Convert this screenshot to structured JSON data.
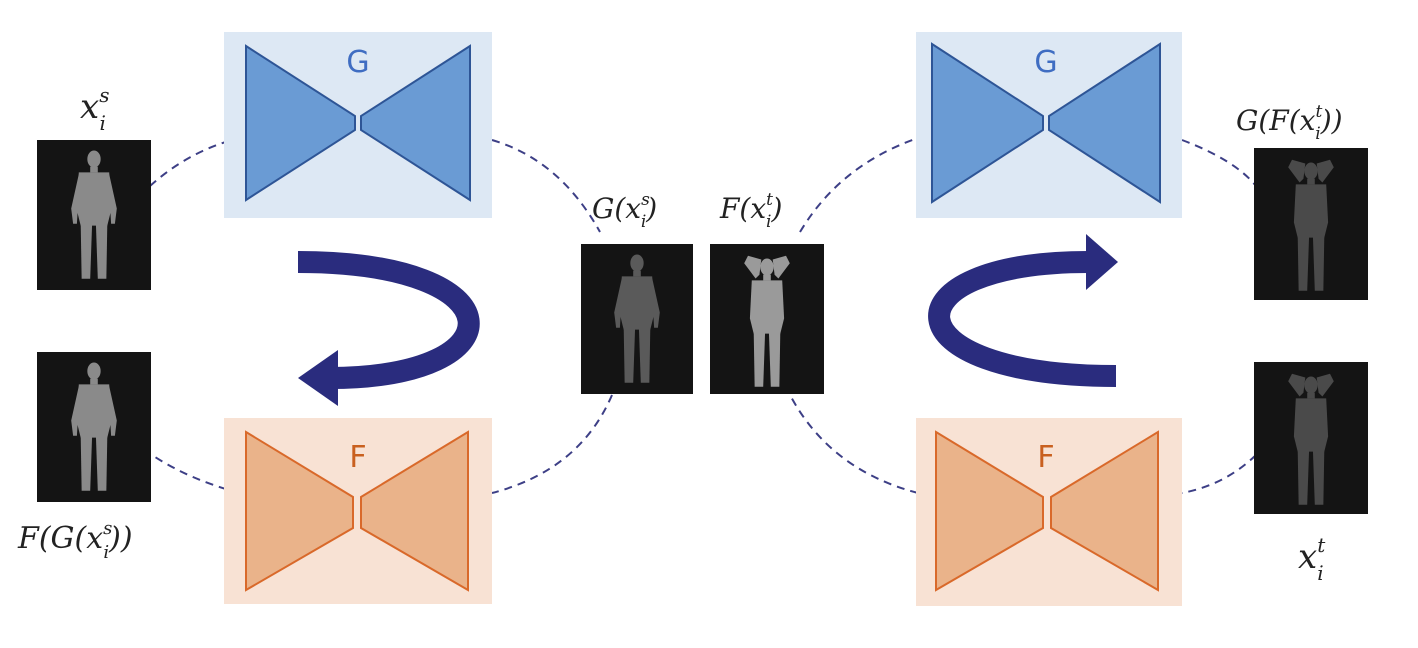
{
  "colors": {
    "g_box_fill": "#dde8f4",
    "g_shape_fill": "#6a9bd4",
    "g_shape_stroke": "#2e5596",
    "g_letter": "#3f6dc2",
    "f_box_fill": "#f8e2d4",
    "f_shape_fill": "#eab38a",
    "f_shape_stroke": "#d9692a",
    "f_letter": "#c9601f",
    "dash": "#3d3f86",
    "arrow": "#2a2c7e",
    "photo_bg": "#141414",
    "figure": "#8a8a8a"
  },
  "networks": {
    "g_left": "G",
    "f_left": "F",
    "g_right": "G",
    "f_right": "F"
  },
  "labels": {
    "xs_base": "x",
    "xs_sup": "s",
    "xs_sub": "i",
    "fg_xs_prefix": "F(G(x",
    "fg_xs_sup": "s",
    "fg_xs_sub": "i",
    "fg_xs_suffix": "))",
    "g_xs_prefix": "G(x",
    "g_xs_sup": "s",
    "g_xs_sub": "i",
    "g_xs_suffix": ")",
    "f_xt_prefix": "F(x",
    "f_xt_sup": "t",
    "f_xt_sub": "i",
    "f_xt_suffix": ")",
    "gf_xt_prefix": "G(F(x",
    "gf_xt_sup": "t",
    "gf_xt_sub": "i",
    "gf_xt_suffix": "))",
    "xt_base": "x",
    "xt_sup": "t",
    "xt_sub": "i"
  }
}
